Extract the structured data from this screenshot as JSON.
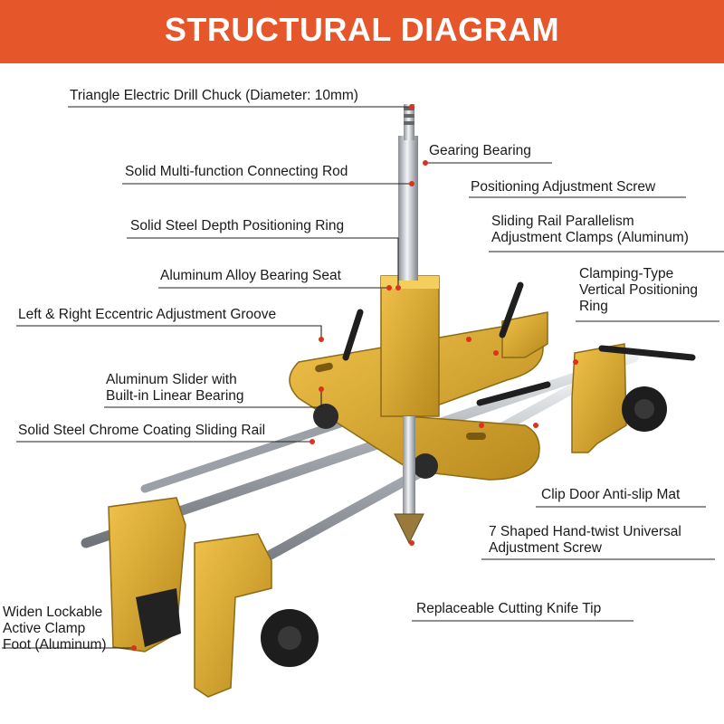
{
  "title": "STRUCTURAL DIAGRAM",
  "colors": {
    "banner": "#e5562b",
    "gold": "#d4a52c",
    "leader": "#222222",
    "marker": "#d9321f"
  },
  "labels": {
    "drill_chuck": "Triangle Electric Drill Chuck (Diameter: 10mm)",
    "gearing_bearing": "Gearing Bearing",
    "connecting_rod": "Solid Multi-function Connecting Rod",
    "positioning_screw": "Positioning Adjustment Screw",
    "depth_ring": "Solid Steel Depth Positioning Ring",
    "parallelism_clamps": [
      "Sliding Rail Parallelism",
      "Adjustment Clamps (Aluminum)"
    ],
    "bearing_seat": "Aluminum Alloy Bearing Seat",
    "vertical_ring": [
      "Clamping-Type",
      "Vertical Positioning",
      "Ring"
    ],
    "eccentric_groove": "Left & Right Eccentric Adjustment Groove",
    "aluminum_slider": [
      "Aluminum Slider with",
      "Built-in Linear Bearing"
    ],
    "sliding_rail": "Solid Steel Chrome Coating Sliding Rail",
    "anti_slip_mat": "Clip Door Anti-slip Mat",
    "hand_twist_screw": [
      "7 Shaped Hand-twist Universal",
      "Adjustment Screw"
    ],
    "cutting_tip": "Replaceable Cutting Knife Tip",
    "clamp_foot": [
      "Widen Lockable",
      "Active Clamp",
      "Foot (Aluminum)"
    ]
  }
}
